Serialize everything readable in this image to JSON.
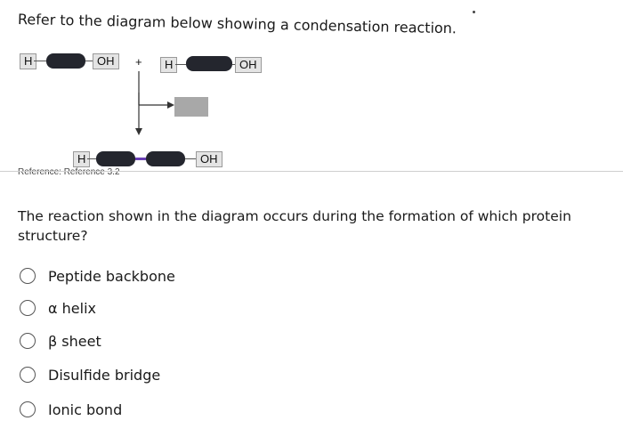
{
  "intro_text": "Refer to the diagram below showing a condensation reaction.",
  "diagram": {
    "top_left": {
      "h": "H",
      "oh": "OH"
    },
    "plus": "+",
    "top_right": {
      "h": "H",
      "oh": "OH"
    },
    "product": {
      "h": "H",
      "oh": "OH"
    },
    "colors": {
      "monomer": "#24262e",
      "bond": "#6a3fb5",
      "water": "#a8a8a8"
    }
  },
  "reference_text": "Reference: Reference 3.2",
  "question_text": "The reaction shown in the diagram occurs during the formation of which protein structure?",
  "options": [
    {
      "label": "Peptide backbone"
    },
    {
      "label": "α helix"
    },
    {
      "label": "β sheet"
    },
    {
      "label": "Disulfide bridge"
    },
    {
      "label": "Ionic bond"
    }
  ]
}
